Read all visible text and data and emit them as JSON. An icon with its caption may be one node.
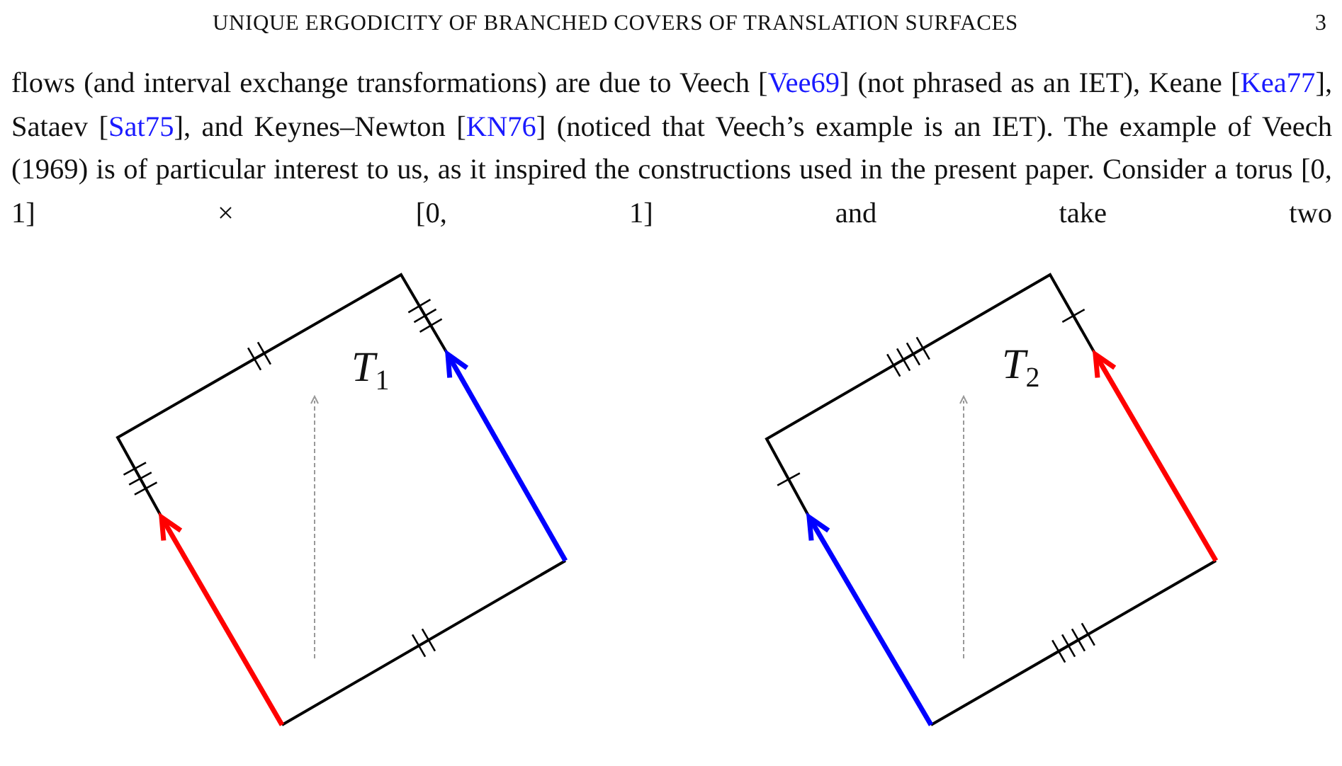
{
  "diagram": {
    "nodes": [
      {
        "text": [
          "*T*$_{1}$"
        ]
      },
      {
        "text": [
          "*T*$_{2}$"
        ]
      }
    ],
    "labels": [
      "UNIQUE ERGODICITY OF BRANCHED COVERS OF TRANSLATION SURFACES",
      "3",
      "flows (and interval exchange transformations) are due to Veech [Vee69] (not phrased as an IET), Keane [Kea77], Sataev [Sat75], and Keynes–Newton [KN76] (noticed that Veech’s example is an IET). The example of Veech (1969) is of particular interest to us, as it inspired the constructions used in the present paper. Consider a torus [0, 1] × [0, 1] and take two"
    ]
  }
}
